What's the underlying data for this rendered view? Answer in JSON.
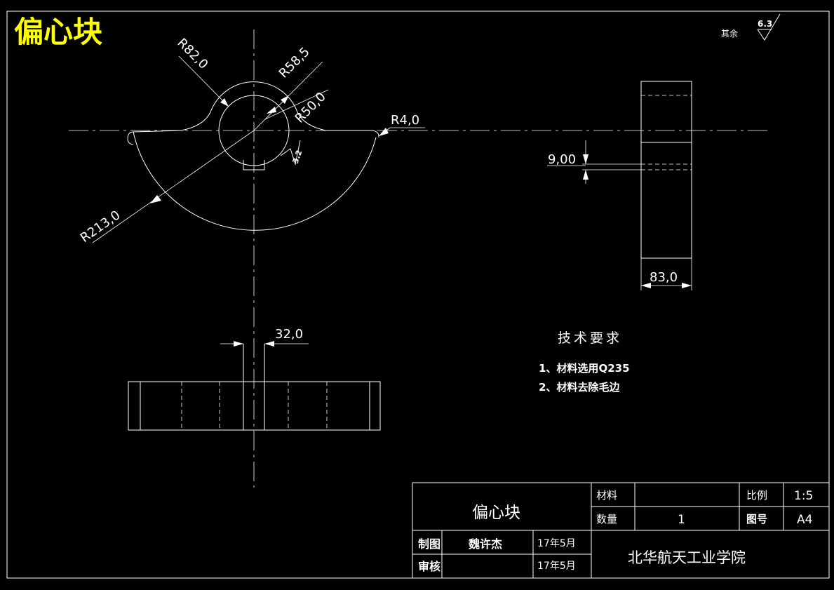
{
  "title": "偏心块",
  "surface_finish": {
    "note": "其余",
    "value": "6.3",
    "keyway_value": "3.2"
  },
  "dimensions": {
    "r82": "R82,0",
    "r58": "R58,5",
    "r50": "R50,0",
    "r4": "R4,0",
    "r213": "R213,0",
    "d9": "9,00",
    "d83": "83,0",
    "d32": "32,0"
  },
  "tech_requirements": {
    "heading": "技术要求",
    "items": [
      "1、材料选用Q235",
      "2、材料去除毛边"
    ]
  },
  "title_block": {
    "part_name": "偏心块",
    "material_label": "材料",
    "material_value": "",
    "scale_label": "比例",
    "scale_value": "1:5",
    "quantity_label": "数量",
    "quantity_value": "1",
    "drawing_no_label": "图号",
    "drawing_no_value": "A4",
    "drawn_label": "制图",
    "drawn_name": "魏许杰",
    "drawn_date": "17年5月",
    "checked_label": "审核",
    "checked_name": "",
    "checked_date": "17年5月",
    "school": "北华航天工业学院"
  },
  "colors": {
    "background": "#000000",
    "lines": "#ffffff",
    "title": "#ffff00"
  }
}
